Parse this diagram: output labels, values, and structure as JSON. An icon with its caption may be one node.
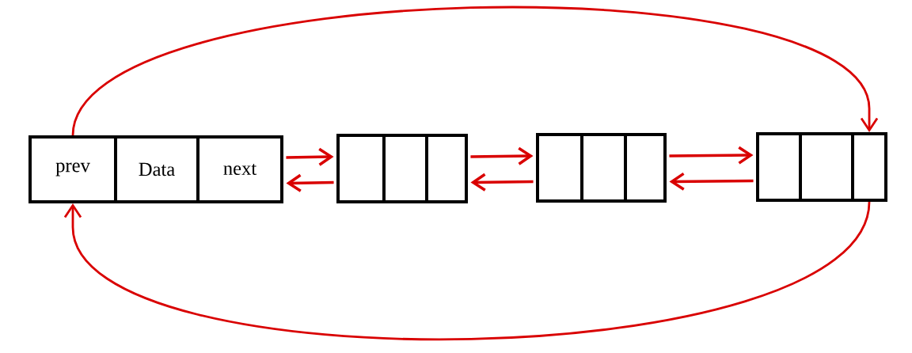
{
  "diagram": {
    "nodes": [
      {
        "text": [],
        "shape": "box"
      },
      {
        "text": [
          "prev"
        ],
        "in": 0
      },
      {
        "text": [
          "Data"
        ],
        "in": 0
      },
      {
        "text": [
          "next"
        ],
        "in": 0
      },
      {
        "text": [],
        "shape": "box"
      },
      {
        "text": [],
        "shape": "box",
        "in": 4
      },
      {
        "text": [],
        "shape": "box",
        "in": 4
      },
      {
        "text": [],
        "shape": "box",
        "in": 4
      },
      {
        "text": [],
        "shape": "box"
      },
      {
        "text": [],
        "shape": "box",
        "in": 8
      },
      {
        "text": [],
        "shape": "box",
        "in": 8
      },
      {
        "text": [],
        "shape": "box",
        "in": 8
      },
      {
        "text": [],
        "shape": "box"
      },
      {
        "text": [],
        "shape": "box",
        "in": 12
      },
      {
        "text": [],
        "shape": "box",
        "in": 12
      },
      {
        "text": [],
        "shape": "box",
        "in": 12
      }
    ],
    "edges": [
      {
        "from": 3,
        "to": 4,
        "arrow": "to"
      },
      {
        "from": 4,
        "to": 3,
        "arrow": "to"
      },
      {
        "from": 4,
        "to": 8,
        "arrow": "to"
      },
      {
        "from": 8,
        "to": 4,
        "arrow": "to"
      },
      {
        "from": 8,
        "to": 12,
        "arrow": "to"
      },
      {
        "from": 12,
        "to": 8,
        "arrow": "to"
      },
      {
        "from": 1,
        "to": 15,
        "arrow": "to"
      },
      {
        "from": 15,
        "to": 1,
        "arrow": "to"
      }
    ]
  }
}
